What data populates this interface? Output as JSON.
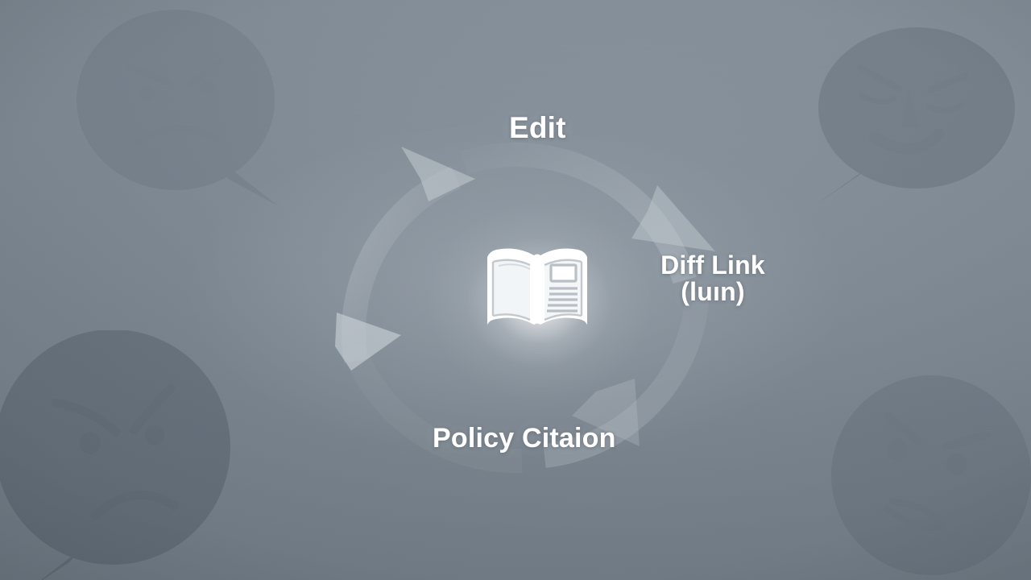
{
  "scene": {
    "kind": "cycle-diagram",
    "background_color": "#7e8892",
    "vignette": "radial-dark-edges",
    "center_glow_color": "#ffffff"
  },
  "center": {
    "icon_name": "open-book-icon",
    "icon_color": "#ffffff",
    "description": "open book with blank left page and text lines on right page"
  },
  "cycle": {
    "direction": "clockwise",
    "arc_color": "#8c959e",
    "arrow_color": "#c3cacf",
    "steps": [
      {
        "id": "edit",
        "label": "Edit",
        "position": "top"
      },
      {
        "id": "diff-link",
        "label": "Diff Link",
        "sublabel": "(luın)",
        "position": "right"
      },
      {
        "id": "policy-citation",
        "label": "Policy Citaion",
        "position": "bottom"
      }
    ]
  },
  "labels": {
    "edit": "Edit",
    "diff_link_line1": "Diff Link",
    "diff_link_line2": "(luın)",
    "policy_citation": "Policy Citaion"
  },
  "background_faces": [
    {
      "id": "face-top-left",
      "icon_name": "angry-face-speech-bubble-icon",
      "expression": "angry-frown",
      "shape": "speech-bubble",
      "tail": "bottom-right",
      "opacity": 0.09
    },
    {
      "id": "face-top-right",
      "icon_name": "angry-face-speech-bubble-icon",
      "expression": "angry-frown-with-nose",
      "shape": "speech-bubble",
      "tail": "bottom-left",
      "opacity": 0.16
    },
    {
      "id": "face-bottom-left",
      "icon_name": "angry-face-icon",
      "expression": "angry-frown",
      "shape": "speech-bubble",
      "tail": "bottom-left",
      "opacity": 0.2
    },
    {
      "id": "face-bottom-right",
      "icon_name": "angry-face-icon",
      "expression": "angry-frown",
      "shape": "circle",
      "tail": "none",
      "opacity": 0.1
    }
  ]
}
